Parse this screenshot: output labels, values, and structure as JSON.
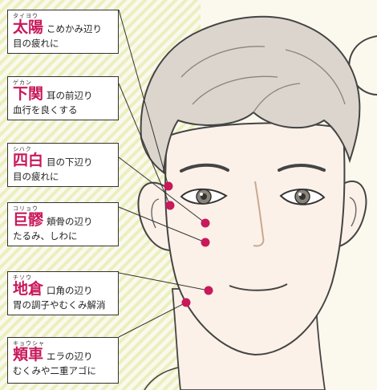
{
  "points": [
    {
      "ruby": "タイヨウ",
      "name": "太陽",
      "area": "こめかみ辺り",
      "effect": "目の疲れに"
    },
    {
      "ruby": "ゲカン",
      "name": "下関",
      "area": "耳の前辺り",
      "effect": "血行を良くする"
    },
    {
      "ruby": "シハク",
      "name": "四白",
      "area": "目の下辺り",
      "effect": "目の疲れに"
    },
    {
      "ruby": "コリョウ",
      "name": "巨髎",
      "area": "頬骨の辺り",
      "effect": "たるみ、しわに"
    },
    {
      "ruby": "チソウ",
      "name": "地倉",
      "area": "口角の辺り",
      "effect": "胃の調子やむくみ解消"
    },
    {
      "ruby": "キョウシャ",
      "name": "頬車",
      "area": "エラの辺り",
      "effect": "むくみや二重アゴに"
    }
  ],
  "colors": {
    "accent": "#c8195a",
    "skin": "#fbf1e8",
    "hair": "#dcd5cd",
    "line": "#333333",
    "background": "#fbf9ee",
    "stripe": "#e6ecb2"
  },
  "icons": [
    "acupoint-dot-icon"
  ]
}
